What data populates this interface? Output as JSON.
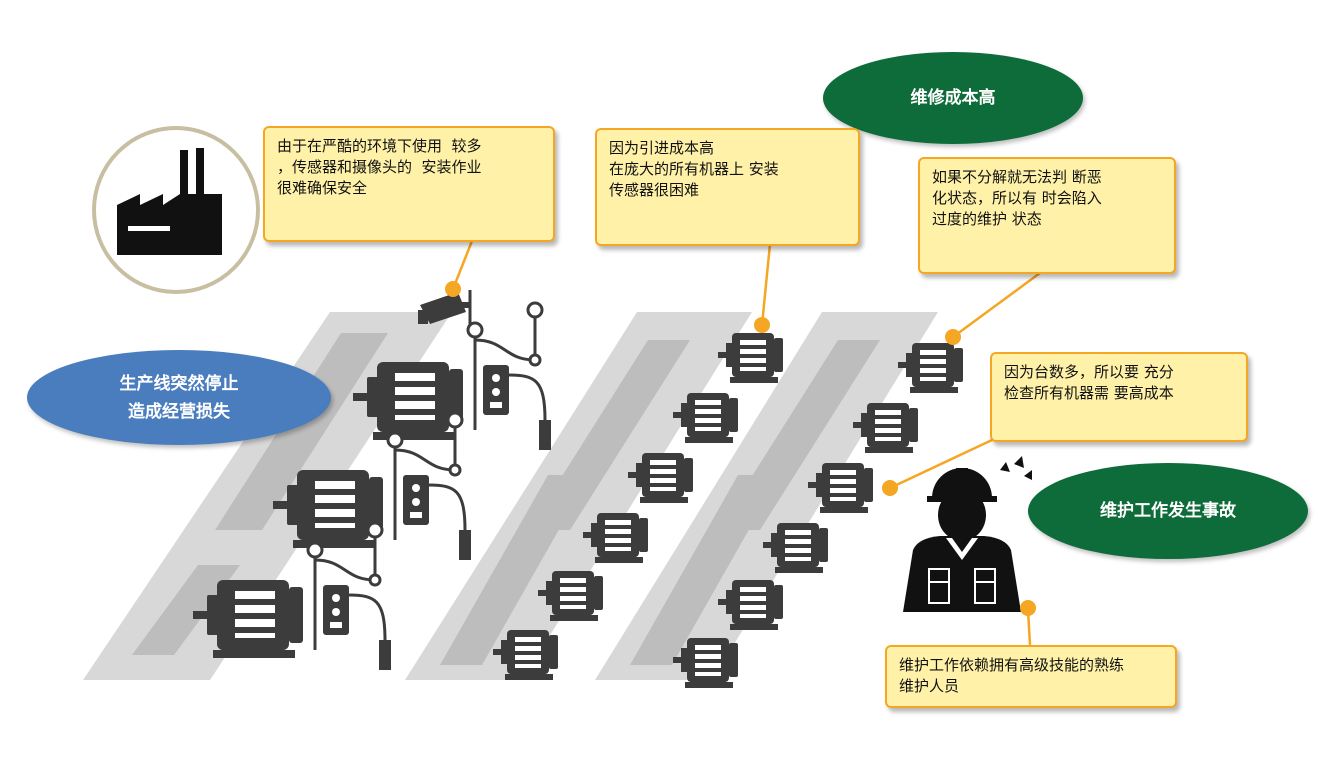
{
  "callouts": {
    "env_hard": {
      "lines": [
        "由于在严酷的环境下使用  较多",
        "，传感器和摄像头的  安装作业",
        "很难确保安全"
      ]
    },
    "intro_cost": {
      "lines": [
        "因为引进成本高",
        "在庞大的所有机器上 安装",
        "传感器很困难"
      ]
    },
    "over_maintenance": {
      "lines": [
        "如果不分解就无法判 断恶",
        "化状态，所以有 时会陷入",
        "过度的维护 状态"
      ]
    },
    "many_units": {
      "lines": [
        "因为台数多，所以要 充分",
        "检查所有机器需 要高成本"
      ]
    },
    "skilled_staff": {
      "lines": [
        "维护工作依赖拥有高级技能的熟练",
        "维护人员"
      ]
    }
  },
  "ellipses": {
    "maintenance_cost": {
      "label": "维修成本高",
      "color": "#0E6B3A"
    },
    "line_stop": {
      "line1": "生产线突然停止",
      "line2": "造成经营损失",
      "color": "#4A7DBE"
    },
    "accident": {
      "label": "维护工作发生事故",
      "color": "#0E6B3A"
    }
  },
  "icons": {
    "factory": "factory-icon",
    "camera": "security-camera-icon",
    "motor": "electric-motor-icon",
    "gauge": "pressure-gauge-icon",
    "worker": "worker-with-helmet-icon"
  },
  "colors": {
    "callout_fill": "#FFF2A8",
    "callout_border": "#F5A623",
    "connector": "#F5A623",
    "conveyor": "#D8D8D8",
    "machine": "#3C3C3C"
  }
}
